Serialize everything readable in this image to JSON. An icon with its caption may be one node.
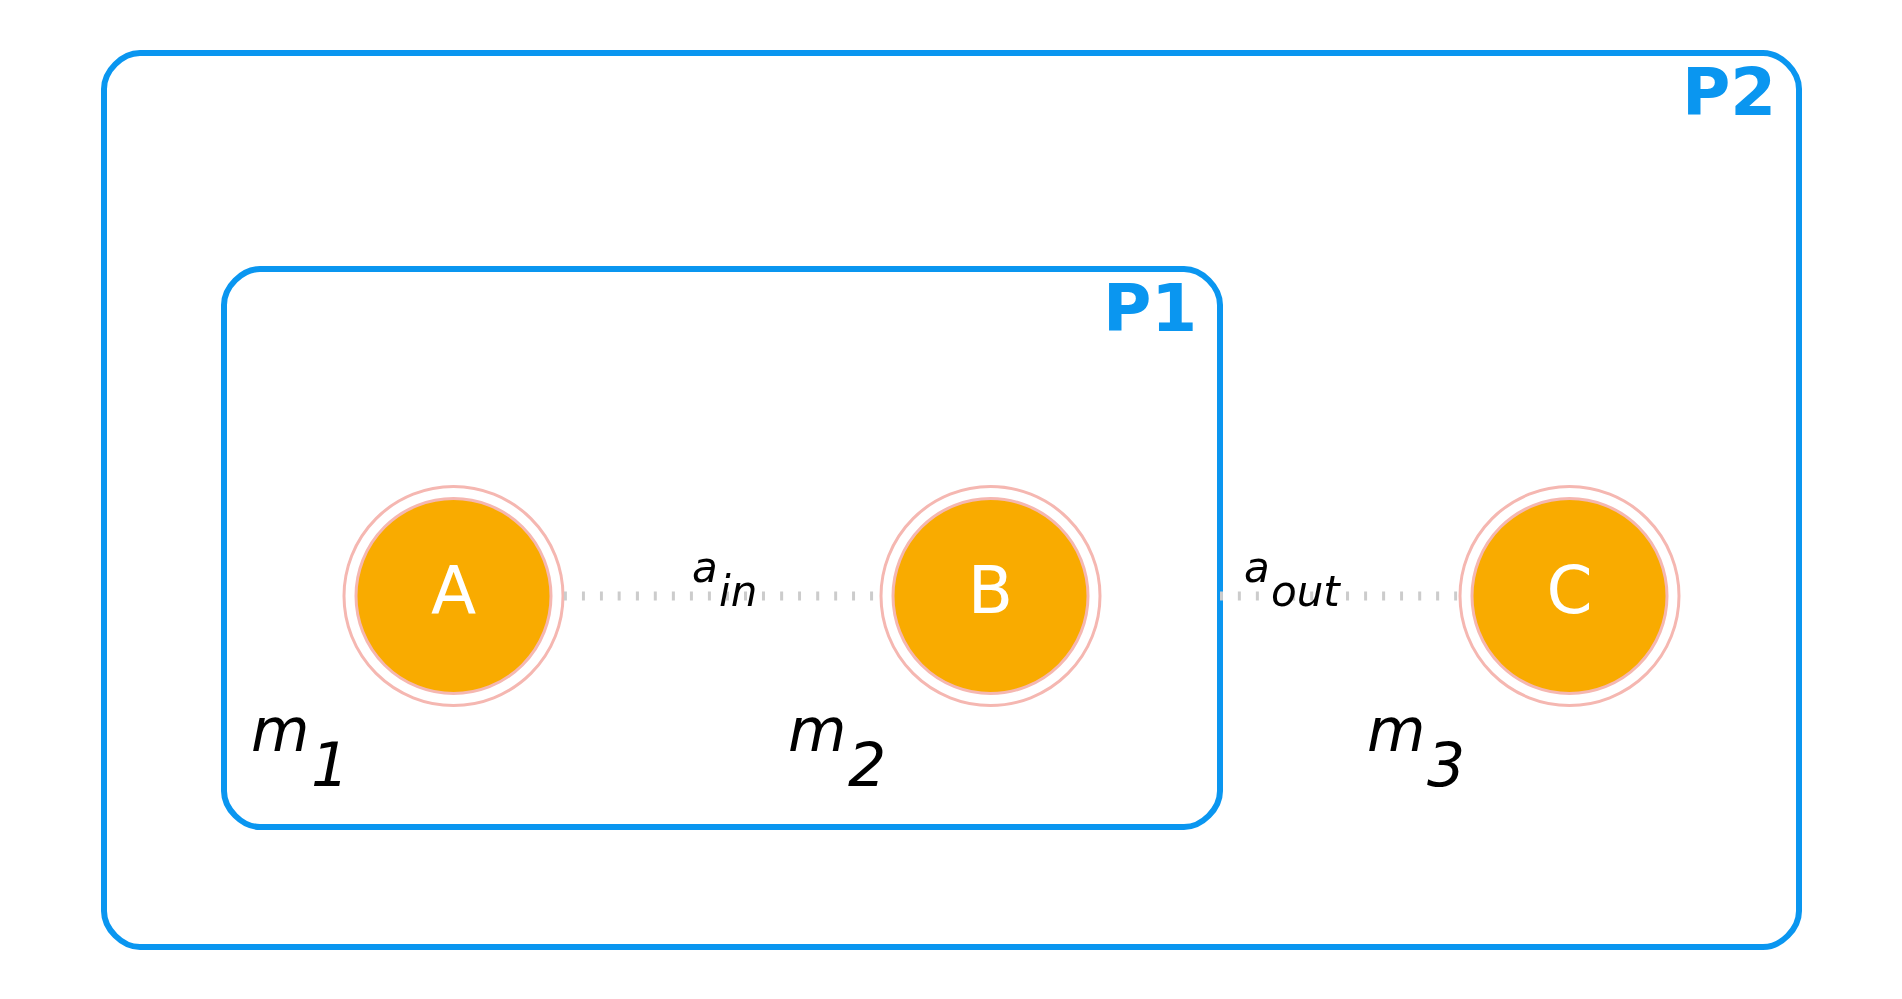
{
  "diagram": {
    "nodes": [
      {
        "text": [
          "P2"
        ]
      },
      {
        "text": [
          "P1"
        ],
        "in": 0
      },
      {
        "text": [
          "A"
        ],
        "in": 1,
        "beside": [
          "m$_{1}$"
        ]
      },
      {
        "text": [
          "B"
        ],
        "in": 1,
        "beside": [
          "m$_{2}$"
        ]
      },
      {
        "text": [
          "C"
        ],
        "in": 0,
        "beside": [
          "m$_{3}$"
        ]
      }
    ],
    "edges": [
      {
        "from": 2,
        "to": 3,
        "arrow": "none",
        "style": "dashed",
        "label": "a$_{in}$"
      },
      {
        "from": 1,
        "to": 4,
        "arrow": "none",
        "style": "dashed",
        "label": "a$_{out}$"
      }
    ]
  }
}
